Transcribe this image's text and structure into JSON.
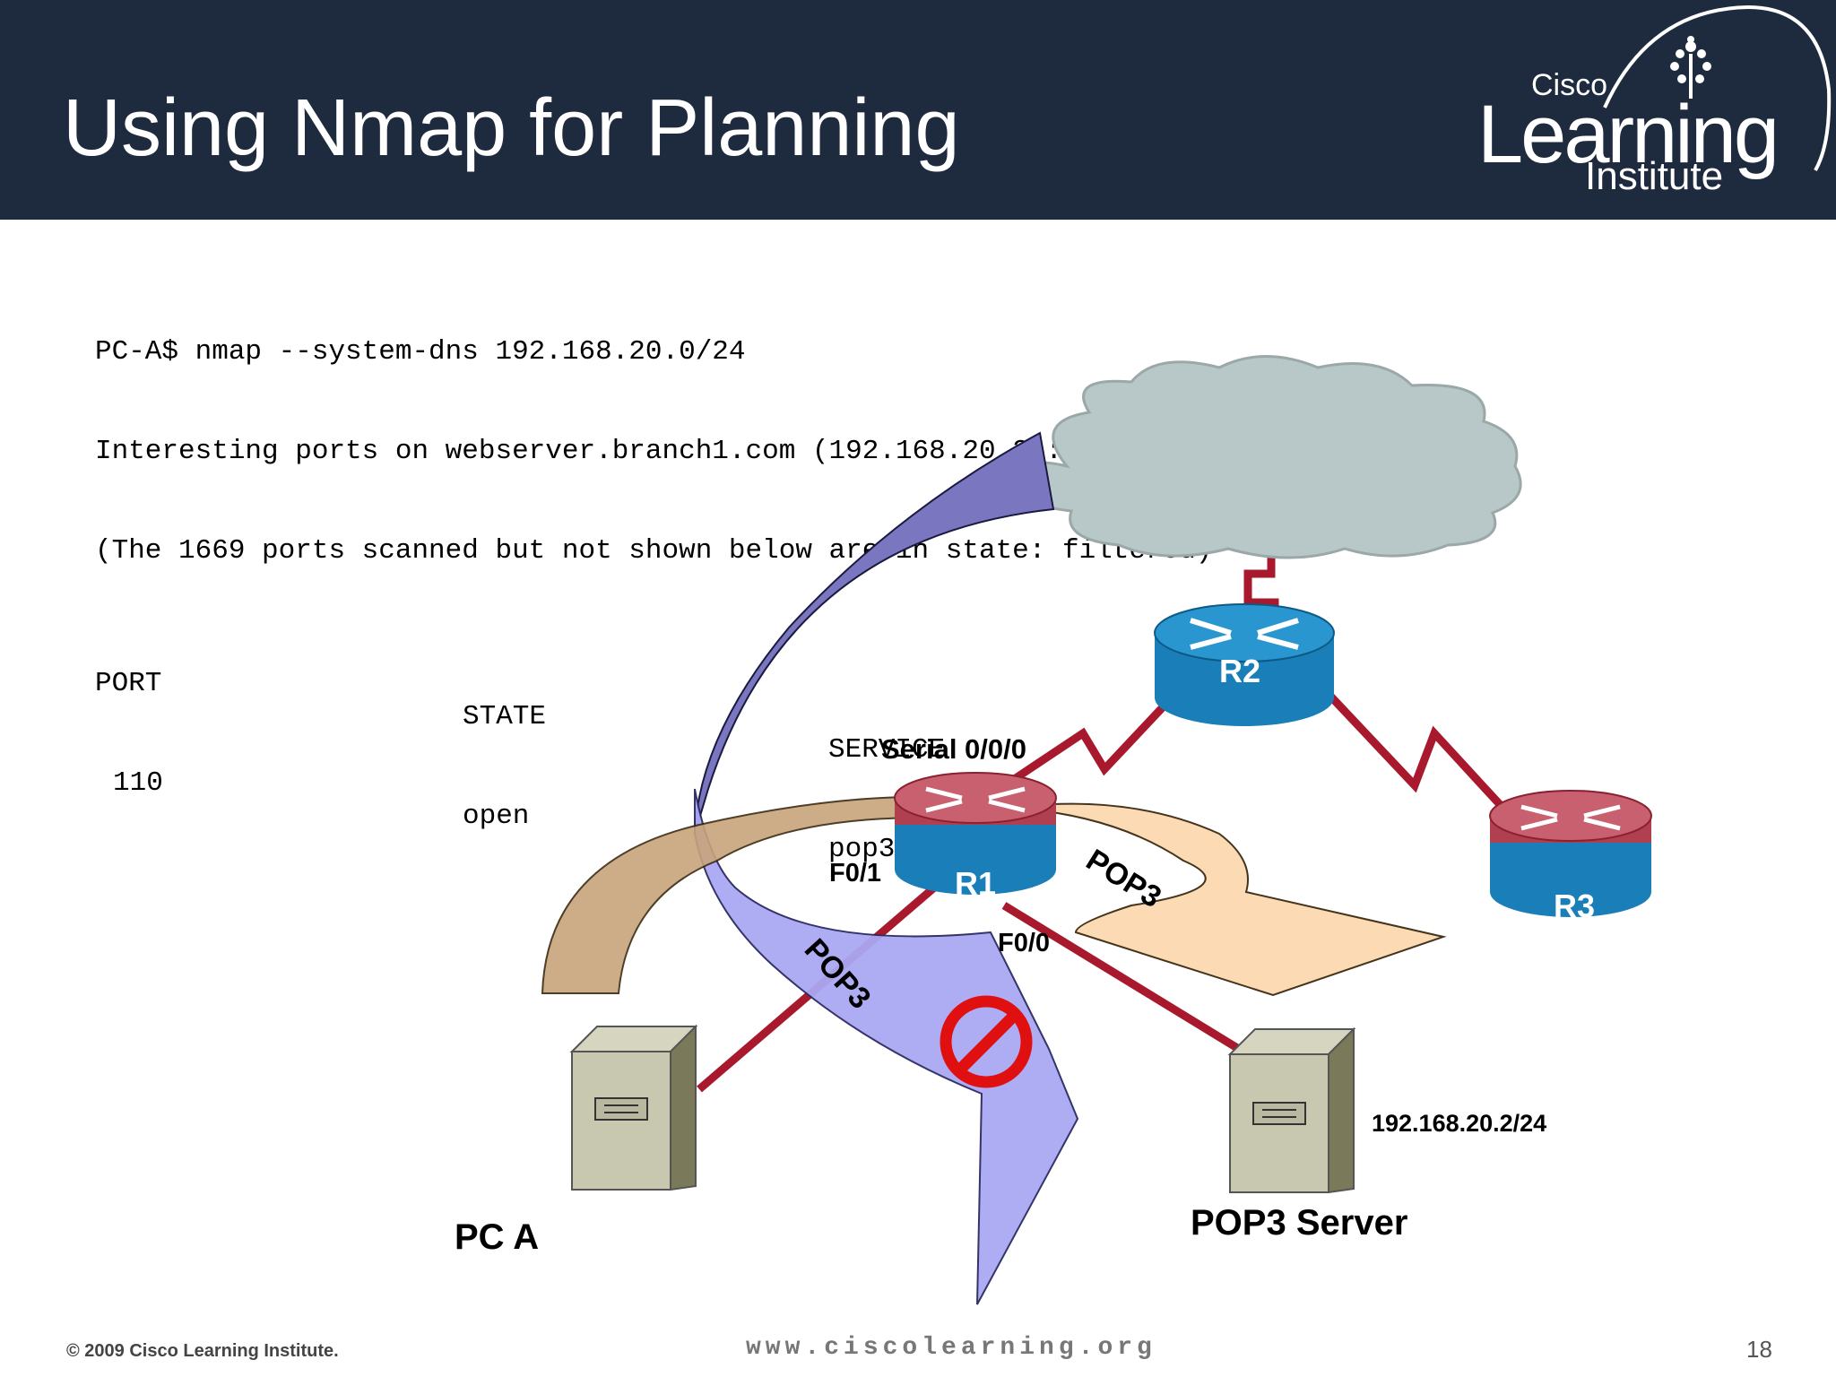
{
  "slide": {
    "title": "Using Nmap for Planning",
    "page_number": "18"
  },
  "logo": {
    "cisco": "Cisco",
    "learning": "Learning",
    "institute": "Institute"
  },
  "console": {
    "command": "PC-A$ nmap --system-dns 192.168.20.0/24",
    "line2": "Interesting ports on webserver.branch1.com (192.168.20.2):",
    "line3": "(The 1669 ports scanned but not shown below are in state: filtered)",
    "header": [
      "PORT",
      "STATE",
      "SERVICE"
    ],
    "row": [
      "110",
      "open",
      "pop3"
    ]
  },
  "diagram": {
    "routers": {
      "r1": "R1",
      "r2": "R2",
      "r3": "R3"
    },
    "interfaces": {
      "serial": "Serial 0/0/0",
      "f01": "F0/1",
      "f00": "F0/0"
    },
    "devices": {
      "pc_a": "PC A",
      "pop3_server": "POP3 Server",
      "server_ip": "192.168.20.2/24"
    },
    "flows": {
      "allowed": "POP3",
      "blocked": "POP3"
    },
    "colors": {
      "header_bg": "#1e2a3d",
      "router_blue": "#1a7fb8",
      "router_red": "#c0455a",
      "link": "#a8192e",
      "cloud": "#b8c8c8",
      "arrow_purple": "#7a76c0",
      "arrow_light_purple": "#aaa8f2",
      "arrow_tan": "#c8a47c",
      "arrow_peach": "#fbd9b0",
      "block_red": "#e01010"
    }
  },
  "footer": {
    "copyright": "© 2009 Cisco Learning Institute.",
    "url": "www.ciscolearning.org"
  }
}
